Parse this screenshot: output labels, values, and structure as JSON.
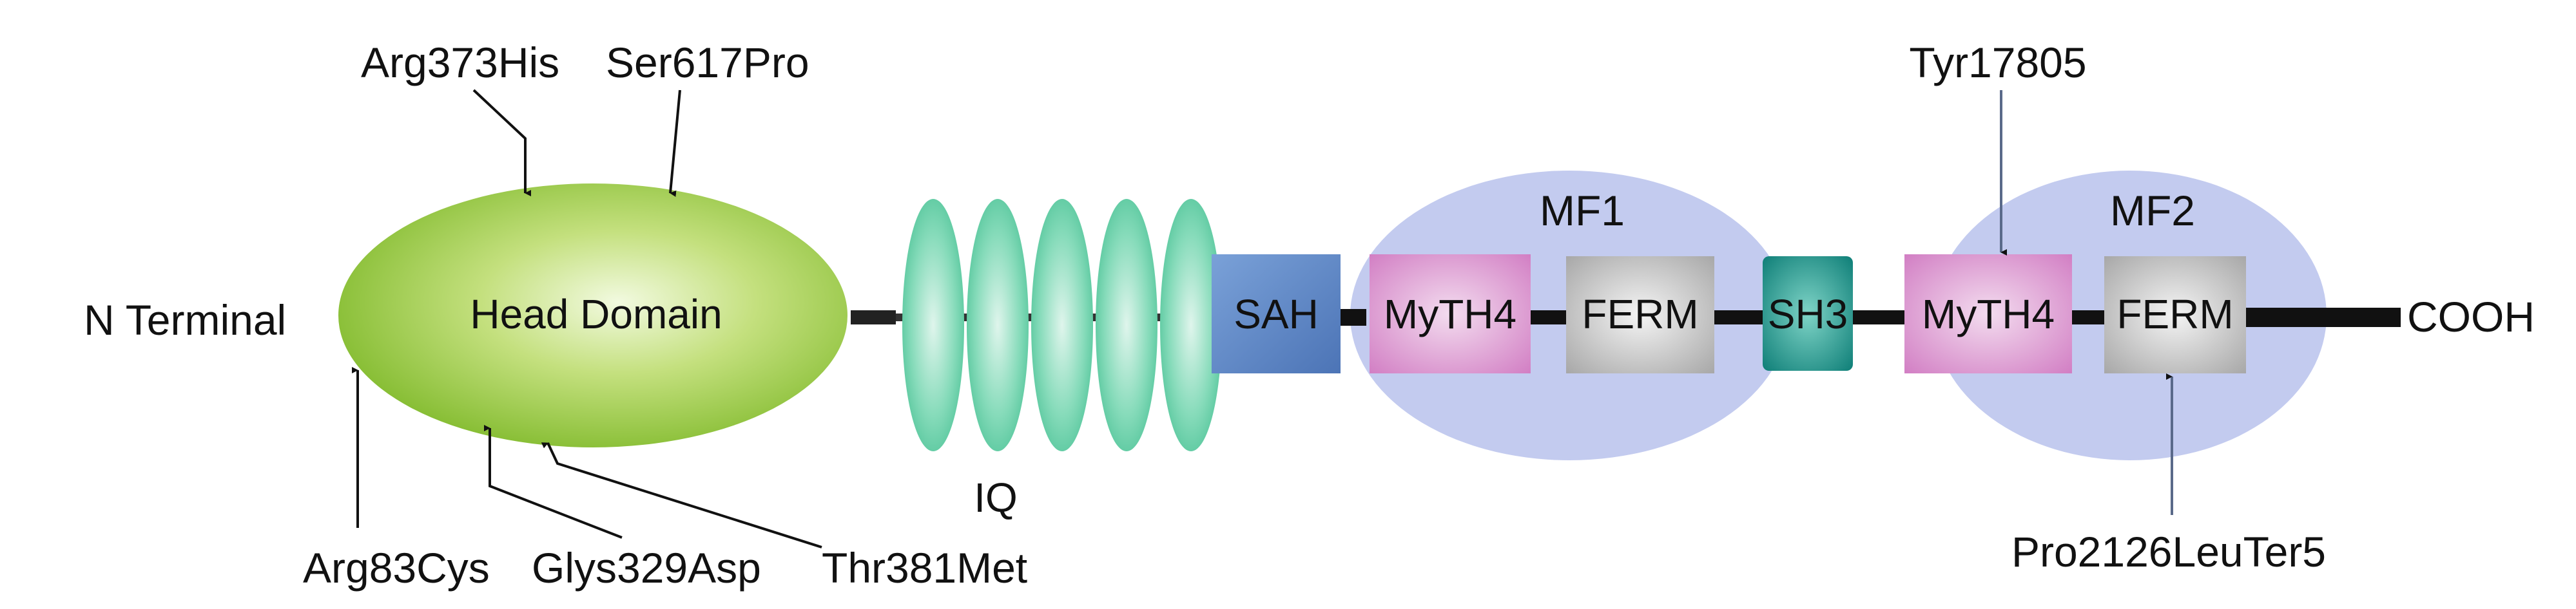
{
  "terminals": {
    "n": "N Terminal",
    "c": "COOH"
  },
  "domains": {
    "head": "Head Domain",
    "iq": "IQ",
    "sah": "SAH",
    "mf1": "MF1",
    "mf2": "MF2",
    "myth4_1": "MyTH4",
    "ferm_1": "FERM",
    "sh3": "SH3",
    "myth4_2": "MyTH4",
    "ferm_2": "FERM"
  },
  "mutations": {
    "arg373his": "Arg373His",
    "ser617pro": "Ser617Pro",
    "tyr17805": "Tyr17805",
    "arg83cys": "Arg83Cys",
    "glys329asp": "Glys329Asp",
    "thr381met": "Thr381Met",
    "pro2126leuter5": "Pro2126LeuTer5"
  },
  "colors": {
    "head_fill": "#8cc43a",
    "iq_fill": "#5ccaa0",
    "sah_fill": "#5a83c4",
    "mf_fill": "#c3cbef",
    "myth4_fill": "#d88ccb",
    "ferm_fill": "#bdbdbd",
    "sh3_fill": "#1a8f86",
    "backbone": "#111111"
  }
}
